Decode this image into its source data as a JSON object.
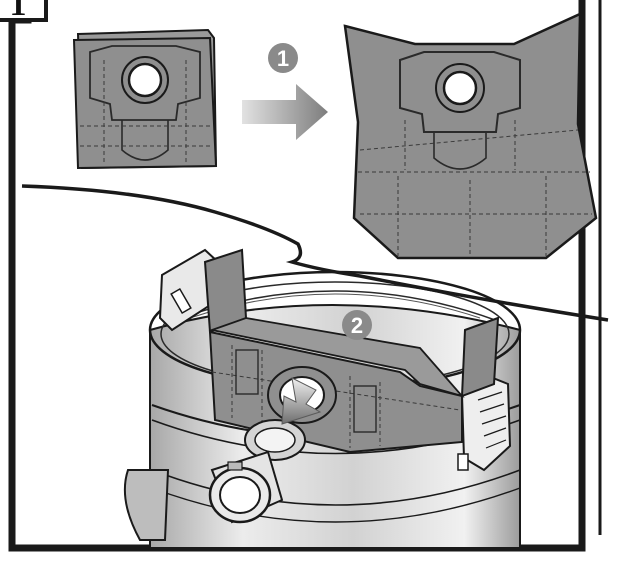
{
  "step_number": "1",
  "callouts": [
    {
      "label": "1"
    },
    {
      "label": "2"
    }
  ],
  "colors": {
    "line": "#1a1a1a",
    "bag_fill": "#8f8f8f",
    "bag_dark": "#7a7a7a",
    "badge_fill": "#8a8a8a",
    "arrow_fill": "#8c8c8c",
    "metal_light": "#e6e6e6",
    "metal_mid": "#c9c9c9",
    "metal_dark": "#9a9a9a"
  },
  "icons": {
    "step_marker": "step-number-box",
    "unfold_arrow": "right-arrow-icon",
    "insert_arrow": "down-arrow-icon"
  }
}
